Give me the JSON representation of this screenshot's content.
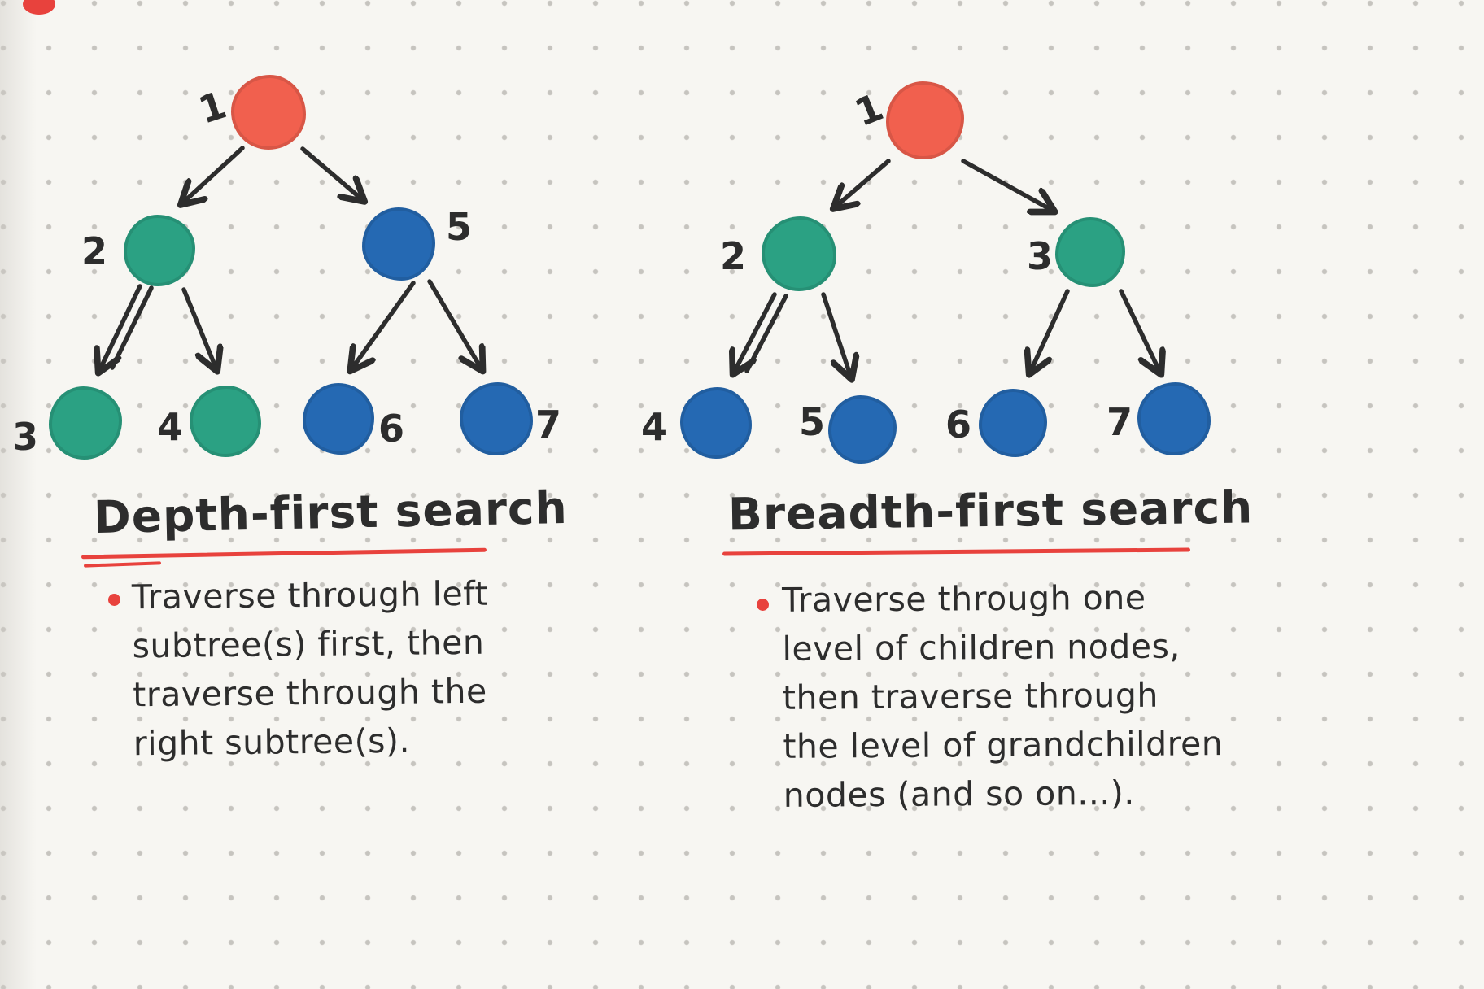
{
  "colors": {
    "red": "#f1604e",
    "teal": "#2ba183",
    "blue": "#2569b3",
    "underline": "#e8423d",
    "bullet": "#e8423d",
    "ink": "#2d2d2d",
    "paper": "#f7f6f2"
  },
  "dfs": {
    "title": "Depth-first search",
    "bullet_lines": [
      "Traverse through left",
      "subtree(s) first, then",
      "traverse through the",
      "right subtree(s)."
    ],
    "nodes": [
      {
        "id": "1",
        "label": "1",
        "color": "red"
      },
      {
        "id": "2",
        "label": "2",
        "color": "teal"
      },
      {
        "id": "5",
        "label": "5",
        "color": "blue"
      },
      {
        "id": "3",
        "label": "3",
        "color": "teal"
      },
      {
        "id": "4",
        "label": "4",
        "color": "teal"
      },
      {
        "id": "6",
        "label": "6",
        "color": "blue"
      },
      {
        "id": "7",
        "label": "7",
        "color": "blue"
      }
    ],
    "edges": [
      [
        "1",
        "2"
      ],
      [
        "1",
        "5"
      ],
      [
        "2",
        "3"
      ],
      [
        "2",
        "4"
      ],
      [
        "5",
        "6"
      ],
      [
        "5",
        "7"
      ]
    ]
  },
  "bfs": {
    "title": "Breadth-first search",
    "bullet_lines": [
      "Traverse through one",
      "level of children nodes,",
      "then traverse through",
      "the level of grandchildren",
      "nodes (and so on...)."
    ],
    "nodes": [
      {
        "id": "1",
        "label": "1",
        "color": "red"
      },
      {
        "id": "2",
        "label": "2",
        "color": "teal"
      },
      {
        "id": "3",
        "label": "3",
        "color": "teal"
      },
      {
        "id": "4",
        "label": "4",
        "color": "blue"
      },
      {
        "id": "5",
        "label": "5",
        "color": "blue"
      },
      {
        "id": "6",
        "label": "6",
        "color": "blue"
      },
      {
        "id": "7",
        "label": "7",
        "color": "blue"
      }
    ],
    "edges": [
      [
        "1",
        "2"
      ],
      [
        "1",
        "3"
      ],
      [
        "2",
        "4"
      ],
      [
        "2",
        "5"
      ],
      [
        "3",
        "6"
      ],
      [
        "3",
        "7"
      ]
    ]
  }
}
